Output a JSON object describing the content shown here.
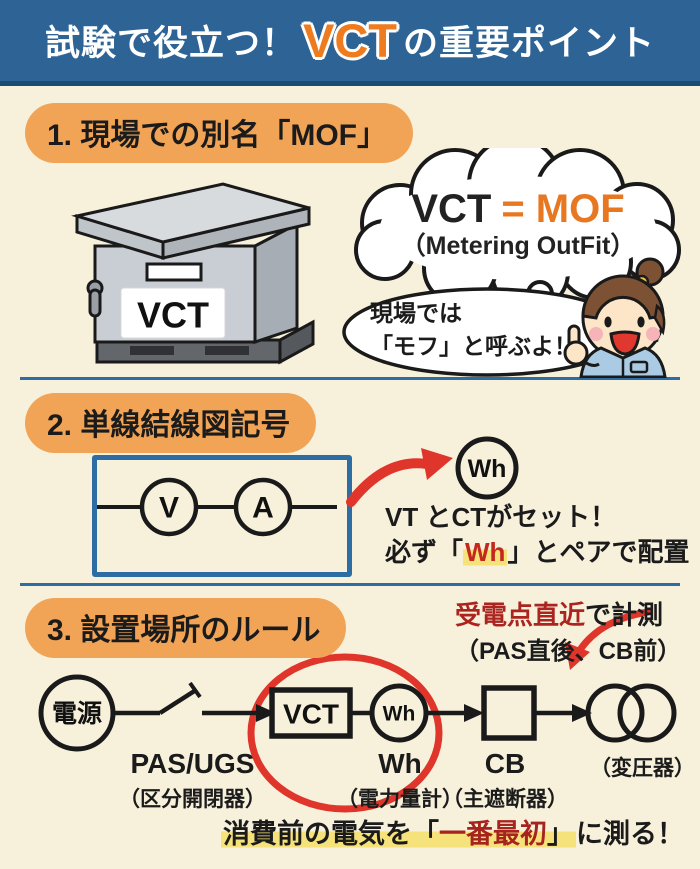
{
  "palette": {
    "background": "#f7f1dc",
    "header_blue": "#2e6396",
    "divider_blue": "#2e6da4",
    "accent_orange": "#ee7c1f",
    "pill_orange": "#f1a455",
    "red": "#e0352b",
    "dark_red": "#ab241f",
    "highlight_yellow": "#f5e27a"
  },
  "header": {
    "title_prefix": "試験で役立つ！",
    "title_highlight": "VCT",
    "title_suffix": "の重要ポイント"
  },
  "section1": {
    "heading": "1. 現場での別名「MOF」",
    "cabinet_label": "VCT",
    "thought_bubble": {
      "line1_black": "VCT",
      "line1_orange": "= MOF",
      "line2": "（Metering OutFit）"
    },
    "speech_bubble": {
      "line1": "現場では",
      "line2": "「モフ」と呼ぶよ！"
    }
  },
  "section2": {
    "heading": "2. 単線結線図記号",
    "symbol_v": "V",
    "symbol_a": "A",
    "wh_symbol": "Wh",
    "note_line1": "VT とCTがセット！",
    "note_line2_pre": "必ず「",
    "note_line2_wh": "Wh",
    "note_line2_post": "」とペアで配置"
  },
  "section3": {
    "heading": "3. 設置場所のルール",
    "annotation_red": "受電点直近",
    "annotation_black": "で計測",
    "annotation_line2": "（PAS直後、CB前）",
    "node_source": "電源",
    "node_vct": "VCT",
    "node_wh": "Wh",
    "label_pas": "PAS/UGS",
    "label_pas_sub": "（区分開閉器）",
    "label_wh": "Wh",
    "label_wh_sub": "（電力量計）",
    "label_cb": "CB",
    "label_cb_sub": "（主遮断器）",
    "label_trans_sub": "（変圧器）",
    "bottom_pre": "消費前の電気を「",
    "bottom_red": "一番最初",
    "bottom_close": "」",
    "bottom_post": "に測る！"
  }
}
